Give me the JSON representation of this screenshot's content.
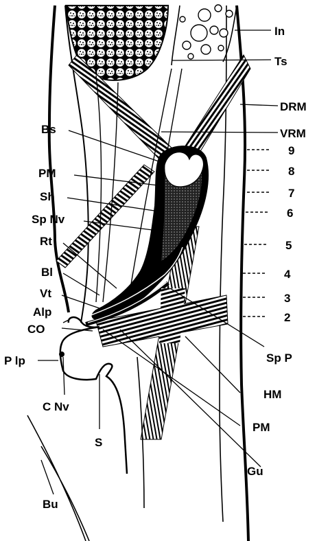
{
  "colors": {
    "ink": "#000000",
    "paper": "#ffffff"
  },
  "labels": {
    "In": "In",
    "Ts": "Ts",
    "DRM": "DRM",
    "VRM": "VRM",
    "Bs": "Bs",
    "PM_upper": "PM",
    "Sh": "Sh",
    "SpNv": "Sp Nv",
    "Rt": "Rt",
    "Bl": "Bl",
    "Vt": "Vt",
    "Alp": "Alp",
    "CO": "CO",
    "Plp": "P lp",
    "CNv": "C Nv",
    "S": "S",
    "Bu": "Bu",
    "SpP": "Sp P",
    "HM": "HM",
    "PM_lower": "PM",
    "Gu": "Gu"
  },
  "segments": [
    "9",
    "8",
    "7",
    "6",
    "5",
    "4",
    "3",
    "2"
  ]
}
